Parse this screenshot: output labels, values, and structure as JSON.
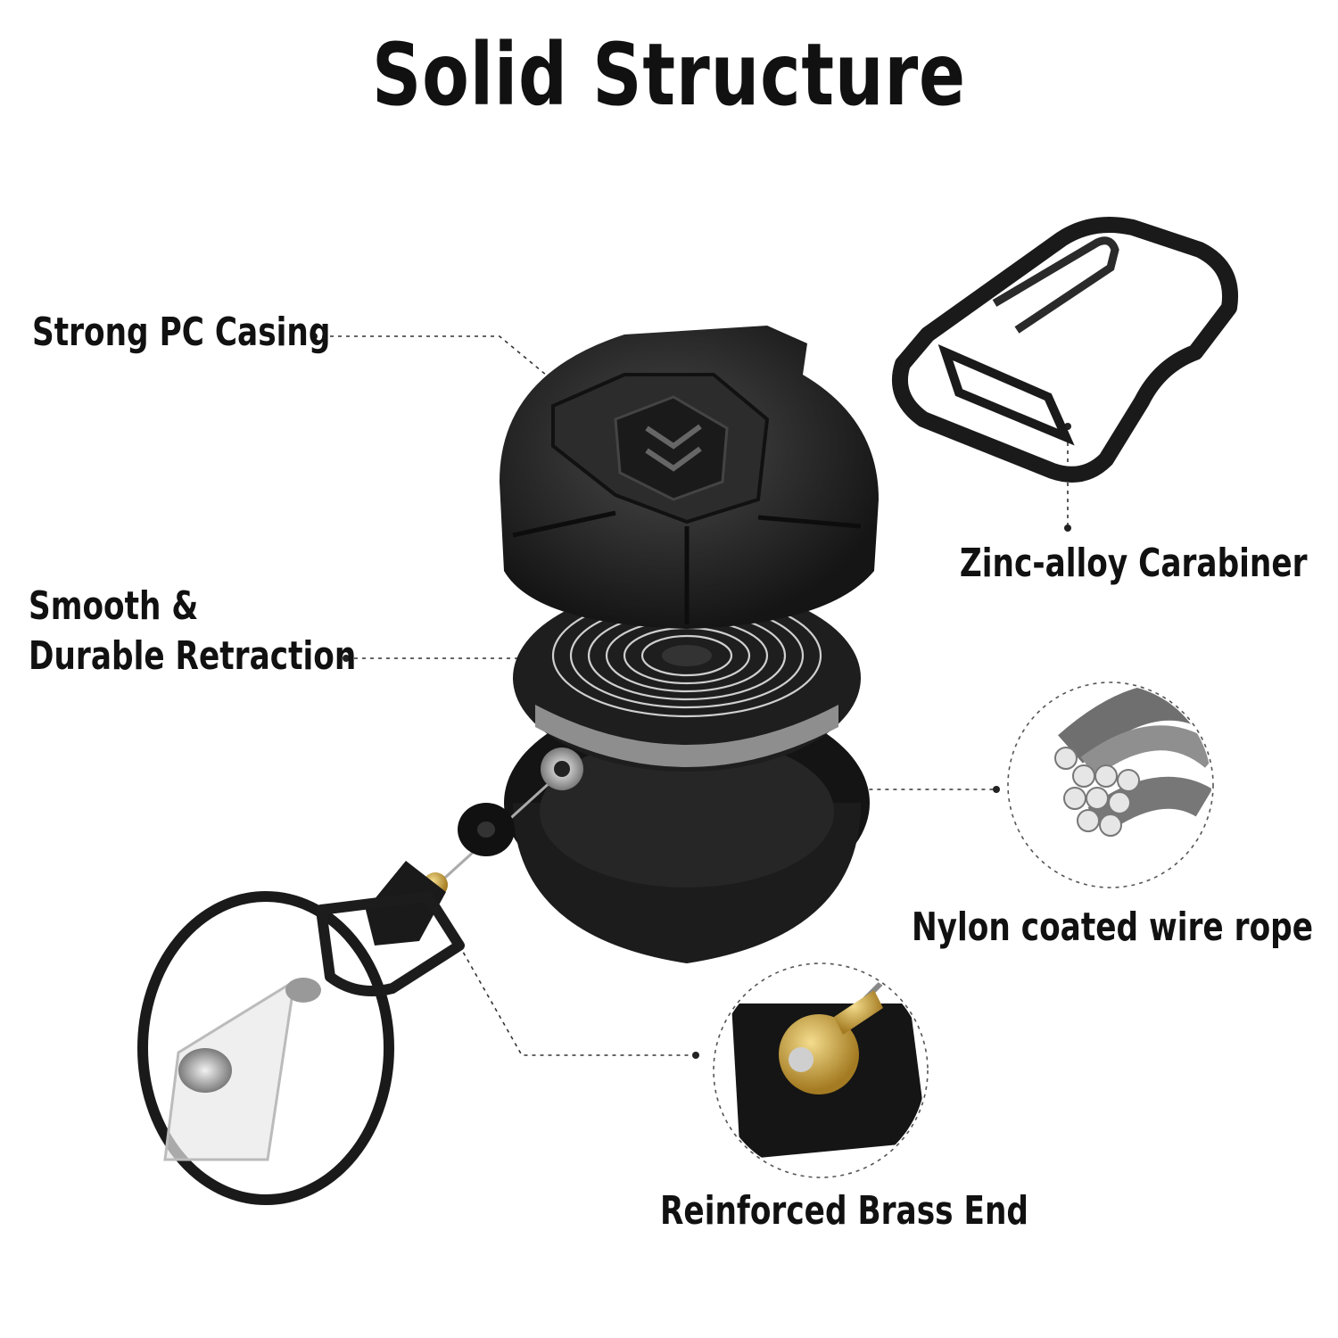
{
  "title": "Solid Structure",
  "callouts": {
    "casing": "Strong PC Casing",
    "retraction_line1": "Smooth &",
    "retraction_line2": "Durable Retraction",
    "carabiner": "Zinc-alloy Carabiner",
    "wire": "Nylon coated wire rope",
    "brass": "Reinforced Brass End"
  },
  "colors": {
    "text": "#111111",
    "body": "#1c1c1c",
    "steel": "#9a9a9a",
    "brass": "#c9a24a"
  }
}
